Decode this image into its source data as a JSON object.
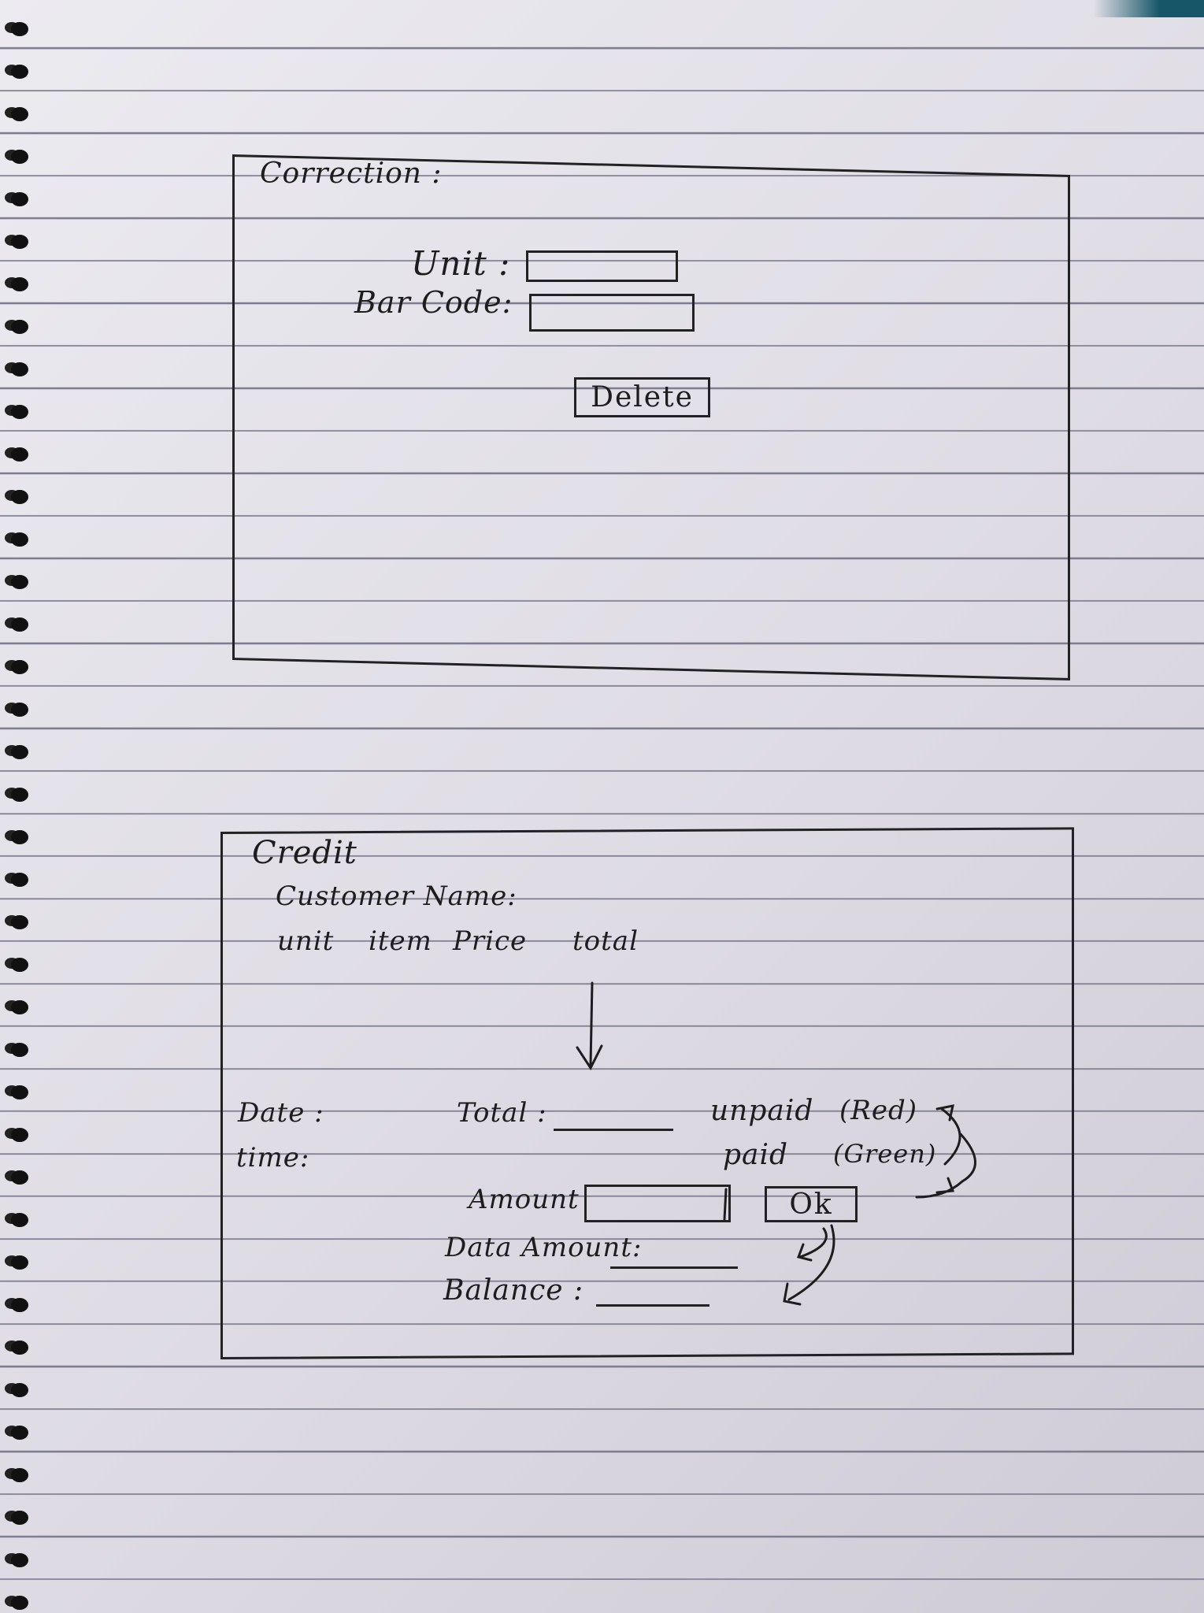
{
  "correction": {
    "title": "Correction :",
    "unit_label": "Unit :",
    "barcode_label": "Bar Code:",
    "unit_value": "",
    "barcode_value": "",
    "delete_label": "Delete"
  },
  "credit": {
    "title": "Credit",
    "customer_label": "Customer Name:",
    "columns": [
      "unit",
      "item",
      "Price",
      "total"
    ],
    "date_label": "Date :",
    "time_label": "time:",
    "total_label": "Total :",
    "status_unpaid": "unpaid",
    "status_unpaid_color": "(Red)",
    "status_paid": "paid",
    "status_paid_color": "(Green)",
    "amount_label": "Amount",
    "amount_value": "",
    "ok_label": "Ok",
    "data_amount_label": "Data Amount:",
    "balance_label": "Balance :"
  },
  "colors": {
    "ink": "#1d1d1d",
    "paper": "#e4e1e8",
    "rule": "#7f7d90"
  }
}
